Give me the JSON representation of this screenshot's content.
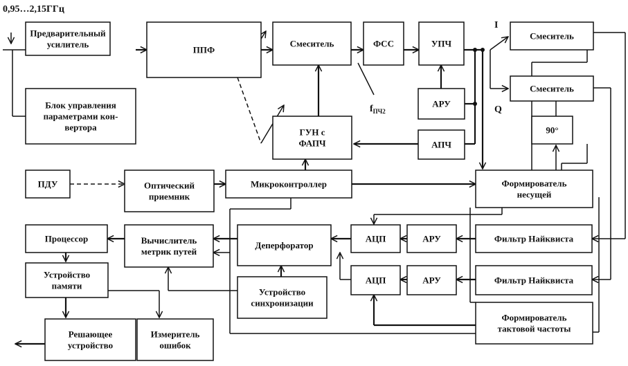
{
  "freq_range": "0,95…2,15ГГц",
  "labels": {
    "i": "I",
    "q": "Q",
    "f_main": "f",
    "f_sub": "ПЧ2"
  },
  "blocks": {
    "preamp": [
      "Предварительный",
      "усилитель"
    ],
    "ppf": [
      "ППФ"
    ],
    "mixer_main": [
      "Смеситель"
    ],
    "fss": [
      "ФСС"
    ],
    "upch": [
      "УПЧ"
    ],
    "mixer_i": [
      "Смеситель"
    ],
    "mixer_q": [
      "Смеситель"
    ],
    "control": [
      "Блок управления",
      "параметрами кон-",
      "вертора"
    ],
    "aru_main": [
      "АРУ"
    ],
    "gun": [
      "ГУН с",
      "ФАПЧ"
    ],
    "apch": [
      "АПЧ"
    ],
    "phase90": [
      "90°"
    ],
    "pdu": [
      "ПДУ"
    ],
    "optical": [
      "Оптический",
      "приемник"
    ],
    "mcu": [
      "Микроконтроллер"
    ],
    "carrier": [
      "Формирователь",
      "несущей"
    ],
    "processor": [
      "Процессор"
    ],
    "metric": [
      "Вычислитель",
      "метрик путей"
    ],
    "deperf": [
      "Деперфоратор"
    ],
    "adc_1": [
      "АЦП"
    ],
    "aru_1": [
      "АРУ"
    ],
    "nyq_1": [
      "Фильтр Найквиста"
    ],
    "memory": [
      "Устройство",
      "памяти"
    ],
    "sync": [
      "Устройство",
      "синхронизации"
    ],
    "adc_2": [
      "АЦП"
    ],
    "aru_2": [
      "АРУ"
    ],
    "nyq_2": [
      "Фильтр Найквиста"
    ],
    "decision": [
      "Решающее",
      "устройство"
    ],
    "errmeter": [
      "Измеритель",
      "ошибок"
    ],
    "clock": [
      "Формирователь",
      "тактовой частоты"
    ]
  }
}
